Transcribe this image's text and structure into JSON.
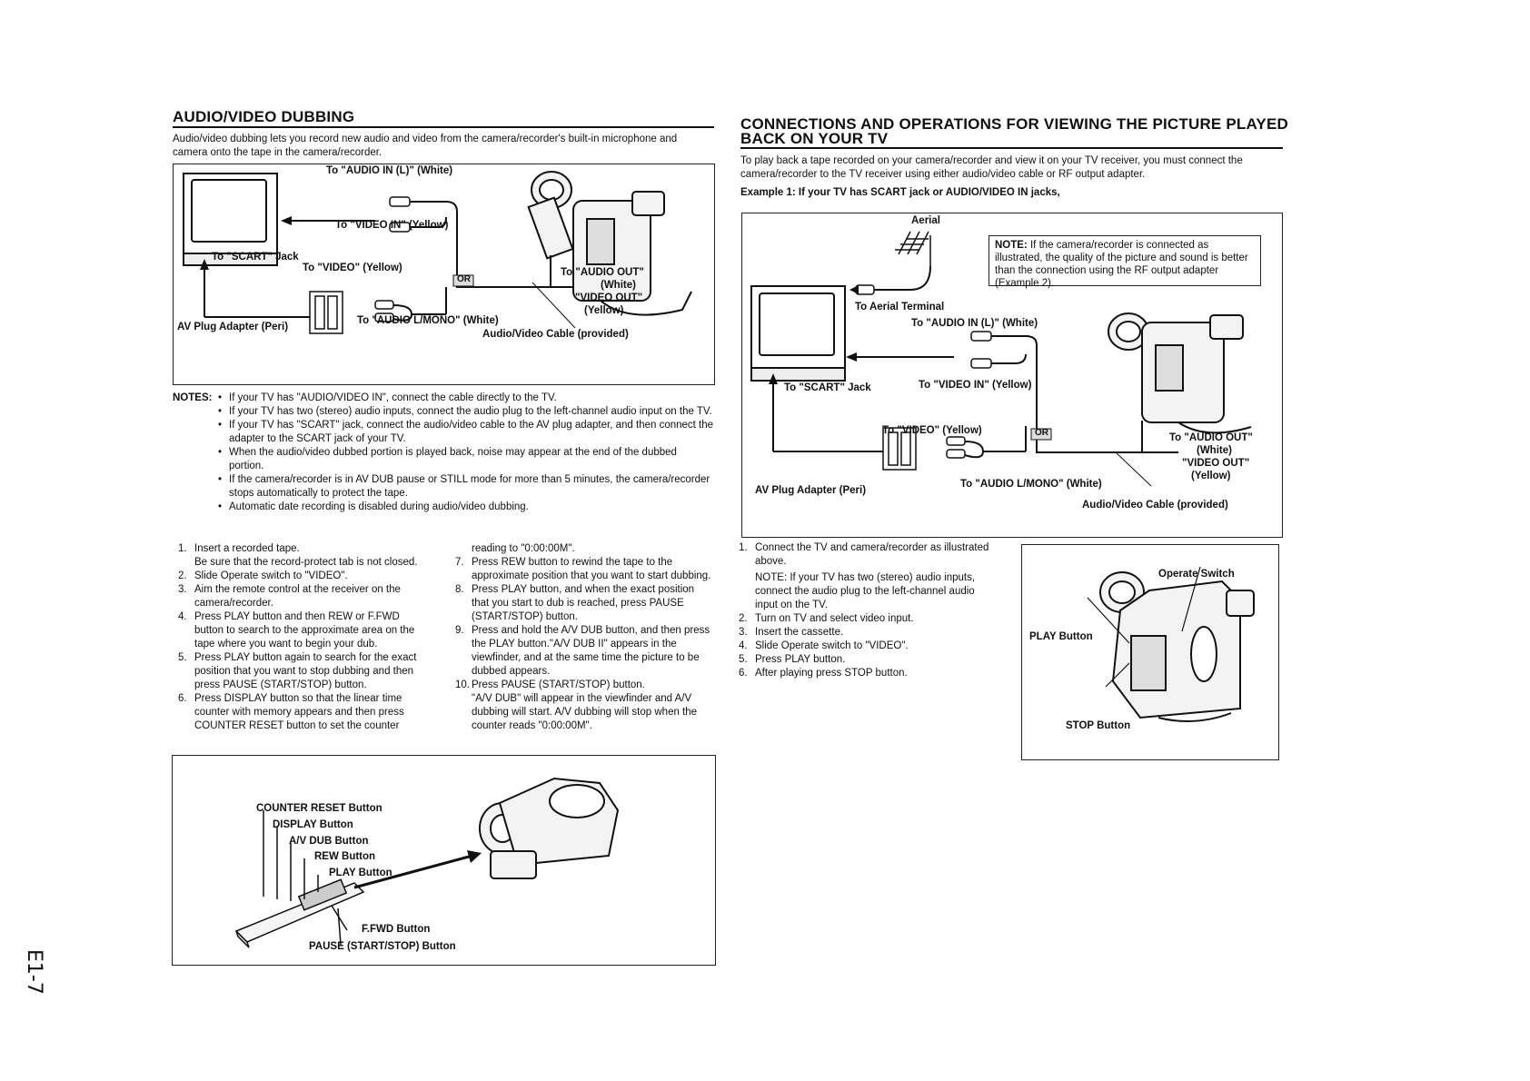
{
  "left": {
    "heading": "AUDIO/VIDEO DUBBING",
    "intro": "Audio/video dubbing lets you record new audio and video from the camera/recorder's built-in microphone and camera onto the tape in the camera/recorder.",
    "diagram1": {
      "audio_in": "To \"AUDIO IN (L)\" (White)",
      "video_in": "To \"VIDEO IN\" (Yellow)",
      "scart": "To \"SCART\" Jack",
      "video": "To \"VIDEO\" (Yellow)",
      "or": "OR",
      "audio_out": "To \"AUDIO OUT\"",
      "white": "(White)",
      "video_out": "\"VIDEO OUT\"",
      "yellow": "(Yellow)",
      "audio_lmono": "To \"AUDIO L/MONO\" (White)",
      "av_plug": "AV Plug Adapter (Peri)",
      "cable": "Audio/Video Cable (provided)"
    },
    "notes_label": "NOTES:",
    "notes": [
      "If your TV has \"AUDIO/VIDEO IN\", connect the cable directly to the TV.",
      "If your TV has two (stereo) audio inputs, connect the audio plug to the left-channel audio input on the TV.",
      "If your TV has \"SCART\" jack, connect the audio/video cable to the AV plug adapter, and then connect the adapter to the SCART jack of your TV.",
      "When the audio/video dubbed portion is played back, noise may appear at the end of the dubbed portion.",
      "If the camera/recorder is in AV DUB pause or STILL mode for more than 5 minutes, the camera/recorder stops automatically to protect the tape.",
      "Automatic date recording is disabled during audio/video dubbing."
    ],
    "steps_a": [
      {
        "n": "1.",
        "t": "Insert a recorded tape."
      },
      {
        "n": "",
        "t": "Be sure that the record-protect tab is not closed."
      },
      {
        "n": "2.",
        "t": "Slide Operate switch to \"VIDEO\"."
      },
      {
        "n": "3.",
        "t": "Aim the remote control at the receiver on the camera/recorder."
      },
      {
        "n": "4.",
        "t": "Press PLAY button and then REW or F.FWD button to search to the approximate area on the tape where you want to begin your dub."
      },
      {
        "n": "5.",
        "t": "Press PLAY button again to search for the exact position that you want to stop dubbing and then press PAUSE (START/STOP) button."
      },
      {
        "n": "6.",
        "t": "Press DISPLAY button so that the linear time counter with memory appears and then press COUNTER RESET button to set the counter"
      }
    ],
    "steps_b": [
      {
        "n": "",
        "t": "reading to \"0:00:00M\"."
      },
      {
        "n": "7.",
        "t": "Press REW button to rewind the tape to the approximate position that you want to start dubbing."
      },
      {
        "n": "8.",
        "t": "Press PLAY button, and when the exact position that you start to dub is reached, press PAUSE (START/STOP) button."
      },
      {
        "n": "9.",
        "t": "Press and hold the A/V DUB button, and then press the PLAY button.\"A/V DUB II\" appears in the viewfinder, and at the same time the picture to be dubbed appears."
      },
      {
        "n": "10.",
        "t": "Press PAUSE (START/STOP) button."
      },
      {
        "n": "",
        "t": "\"A/V DUB\" will appear in the viewfinder and A/V dubbing will start. A/V dubbing will stop when the counter reads \"0:00:00M\"."
      }
    ],
    "remote": {
      "counter_reset": "COUNTER RESET Button",
      "display": "DISPLAY Button",
      "avdub": "A/V DUB Button",
      "rew": "REW Button",
      "play": "PLAY Button",
      "ffwd": "F.FWD Button",
      "pause": "PAUSE (START/STOP) Button"
    }
  },
  "right": {
    "heading_line1": "CONNECTIONS AND OPERATIONS FOR VIEWING THE PICTURE PLAYED",
    "heading_line2": "BACK ON YOUR TV",
    "intro": "To play back a tape recorded on your camera/recorder and view it on your TV receiver, you must connect the camera/recorder to the TV receiver using either audio/video cable or RF output adapter.",
    "example": "Example 1: If your TV has SCART jack or AUDIO/VIDEO IN jacks,",
    "diagram2": {
      "aerial": "Aerial",
      "aerial_terminal": "To Aerial Terminal",
      "note_label": "NOTE:",
      "note": "If the camera/recorder is connected as illustrated, the quality of the picture and sound is better than the connection using the RF output adapter (Example 2).",
      "audio_in": "To \"AUDIO IN (L)\" (White)",
      "scart": "To \"SCART\" Jack",
      "video_in": "To \"VIDEO IN\" (Yellow)",
      "video": "To \"VIDEO\" (Yellow)",
      "or": "OR",
      "audio_out": "To \"AUDIO OUT\"",
      "white": "(White)",
      "video_out": "\"VIDEO OUT\"",
      "yellow": "(Yellow)",
      "audio_lmono": "To \"AUDIO L/MONO\" (White)",
      "av_plug": "AV Plug Adapter (Peri)",
      "cable": "Audio/Video Cable (provided)"
    },
    "steps": [
      {
        "n": "1.",
        "t": "Connect the TV and camera/recorder as illustrated above."
      },
      {
        "n": "",
        "t": "NOTE: If your TV has two (stereo) audio inputs, connect the audio plug to the left-channel audio input on the TV."
      },
      {
        "n": "2.",
        "t": "Turn on TV and select video input."
      },
      {
        "n": "3.",
        "t": "Insert the cassette."
      },
      {
        "n": "4.",
        "t": "Slide Operate switch to \"VIDEO\"."
      },
      {
        "n": "5.",
        "t": "Press PLAY button."
      },
      {
        "n": "6.",
        "t": "After playing press STOP button."
      }
    ],
    "camera_fig": {
      "operate": "Operate Switch",
      "play": "PLAY Button",
      "stop": "STOP Button"
    }
  },
  "page_tab": "E1-7"
}
